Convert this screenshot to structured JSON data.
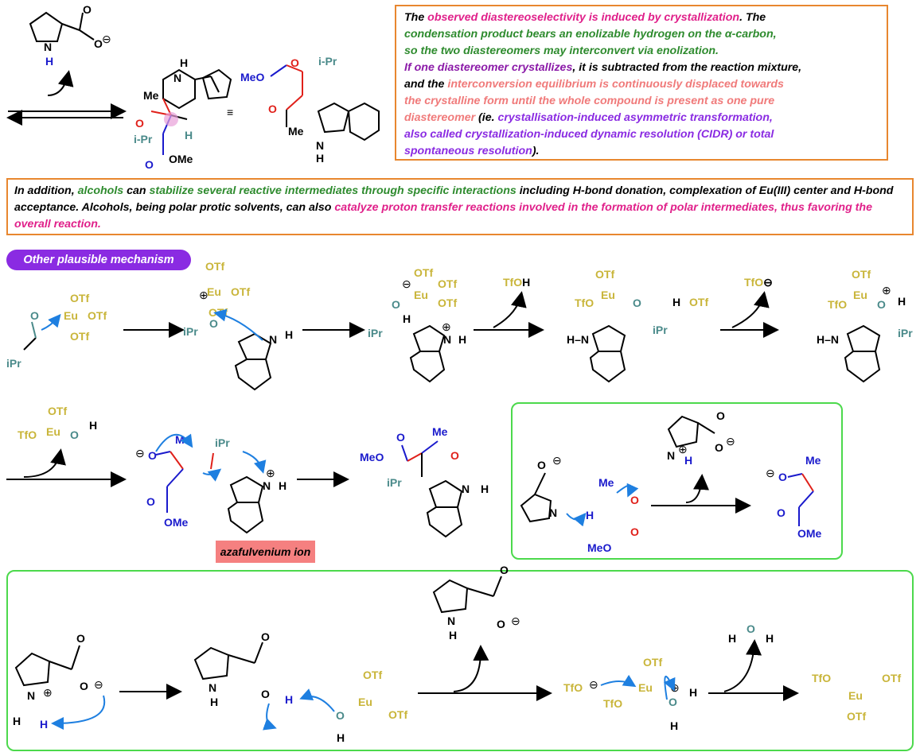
{
  "box_top": {
    "l1a": "The ",
    "l1b": "observed diastereoselectivity is induced by crystallization",
    "l1c": ". The",
    "l2": "condensation product bears an enolizable hydrogen on the α-carbon,",
    "l3": "so the two diastereomers may interconvert via enolization.",
    "l4a": "If one diastereomer crystallizes",
    "l4b": ", it is subtracted from the reaction mixture,",
    "l5a": "and the ",
    "l5b": "interconversion equilibrium is continuously displaced towards",
    "l6": "the crystalline form until the whole compound is present as one pure",
    "l7a": "diastereomer",
    "l7b": " (ie. ",
    "l7c": "crystallisation-induced asymmetric transformation,",
    "l8": "also called crystallization-induced dynamic resolution (CIDR) or total",
    "l9a": "spontaneous resolution",
    "l9b": ")."
  },
  "box_mid": {
    "a": "In addition, ",
    "b": "alcohols",
    "c": " can ",
    "d": "stabilize several reactive intermediates through specific interactions",
    "e": " including H-bond donation, complexation of Eu(III) center and H-bond acceptance. Alcohols, being polar protic solvents, can also ",
    "f": "catalyze proton transfer reactions involved in the formation of polar intermediates, thus favoring the overall reaction."
  },
  "badge": "Other plausible mechanism",
  "aza_label": "azafulvenium ion",
  "labels": {
    "equiv": "≡",
    "me": "Me",
    "ipr": "i-Pr",
    "meo": "MeO",
    "ome": "OMe",
    "otf": "OTf",
    "tfo": "TfO",
    "eu": "Eu",
    "h": "H",
    "n": "N",
    "o": "O",
    "ipr_sup": "iPr",
    "tfoh": "TfOH",
    "plus": "⊕",
    "minus": "⊖"
  },
  "colors": {
    "eu": "#c9b53a",
    "blue": "#1a1acc",
    "red": "#e0201a",
    "teal": "#4a8a8a",
    "arrow_blue": "#1e7fe0",
    "box_orange": "#e8872f",
    "box_green": "#4cd94c",
    "badge_purple": "#8a2be2",
    "aza_bg": "#f58080"
  }
}
